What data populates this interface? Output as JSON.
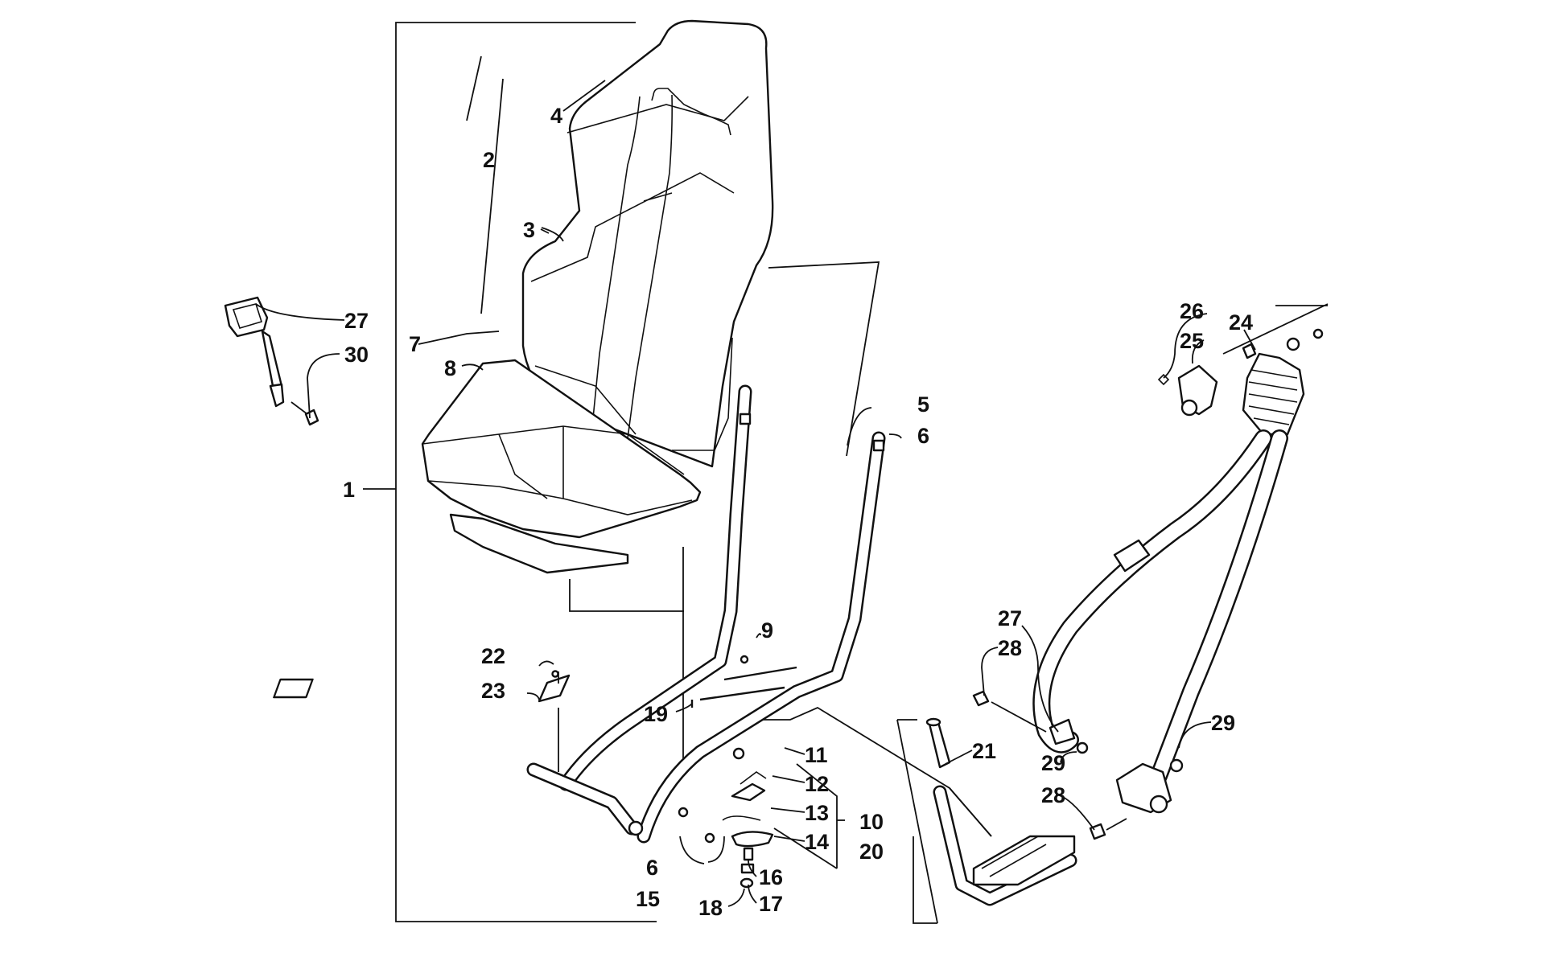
{
  "diagram": {
    "callouts": [
      {
        "id": "c1",
        "label": "1"
      },
      {
        "id": "c2",
        "label": "2"
      },
      {
        "id": "c3",
        "label": "3"
      },
      {
        "id": "c4",
        "label": "4"
      },
      {
        "id": "c5",
        "label": "5"
      },
      {
        "id": "c6a",
        "label": "6"
      },
      {
        "id": "c6b",
        "label": "6"
      },
      {
        "id": "c7",
        "label": "7"
      },
      {
        "id": "c8",
        "label": "8"
      },
      {
        "id": "c9",
        "label": "9"
      },
      {
        "id": "c10",
        "label": "10"
      },
      {
        "id": "c11",
        "label": "11"
      },
      {
        "id": "c12",
        "label": "12"
      },
      {
        "id": "c13",
        "label": "13"
      },
      {
        "id": "c14",
        "label": "14"
      },
      {
        "id": "c15",
        "label": "15"
      },
      {
        "id": "c16",
        "label": "16"
      },
      {
        "id": "c17",
        "label": "17"
      },
      {
        "id": "c18",
        "label": "18"
      },
      {
        "id": "c19",
        "label": "19"
      },
      {
        "id": "c20",
        "label": "20"
      },
      {
        "id": "c21",
        "label": "21"
      },
      {
        "id": "c22",
        "label": "22"
      },
      {
        "id": "c23",
        "label": "23"
      },
      {
        "id": "c24",
        "label": "24"
      },
      {
        "id": "c25",
        "label": "25"
      },
      {
        "id": "c26",
        "label": "26"
      },
      {
        "id": "c27a",
        "label": "27"
      },
      {
        "id": "c27b",
        "label": "27"
      },
      {
        "id": "c28a",
        "label": "28"
      },
      {
        "id": "c28b",
        "label": "28"
      },
      {
        "id": "c29a",
        "label": "29"
      },
      {
        "id": "c29b",
        "label": "29"
      },
      {
        "id": "c30",
        "label": "30"
      }
    ]
  }
}
